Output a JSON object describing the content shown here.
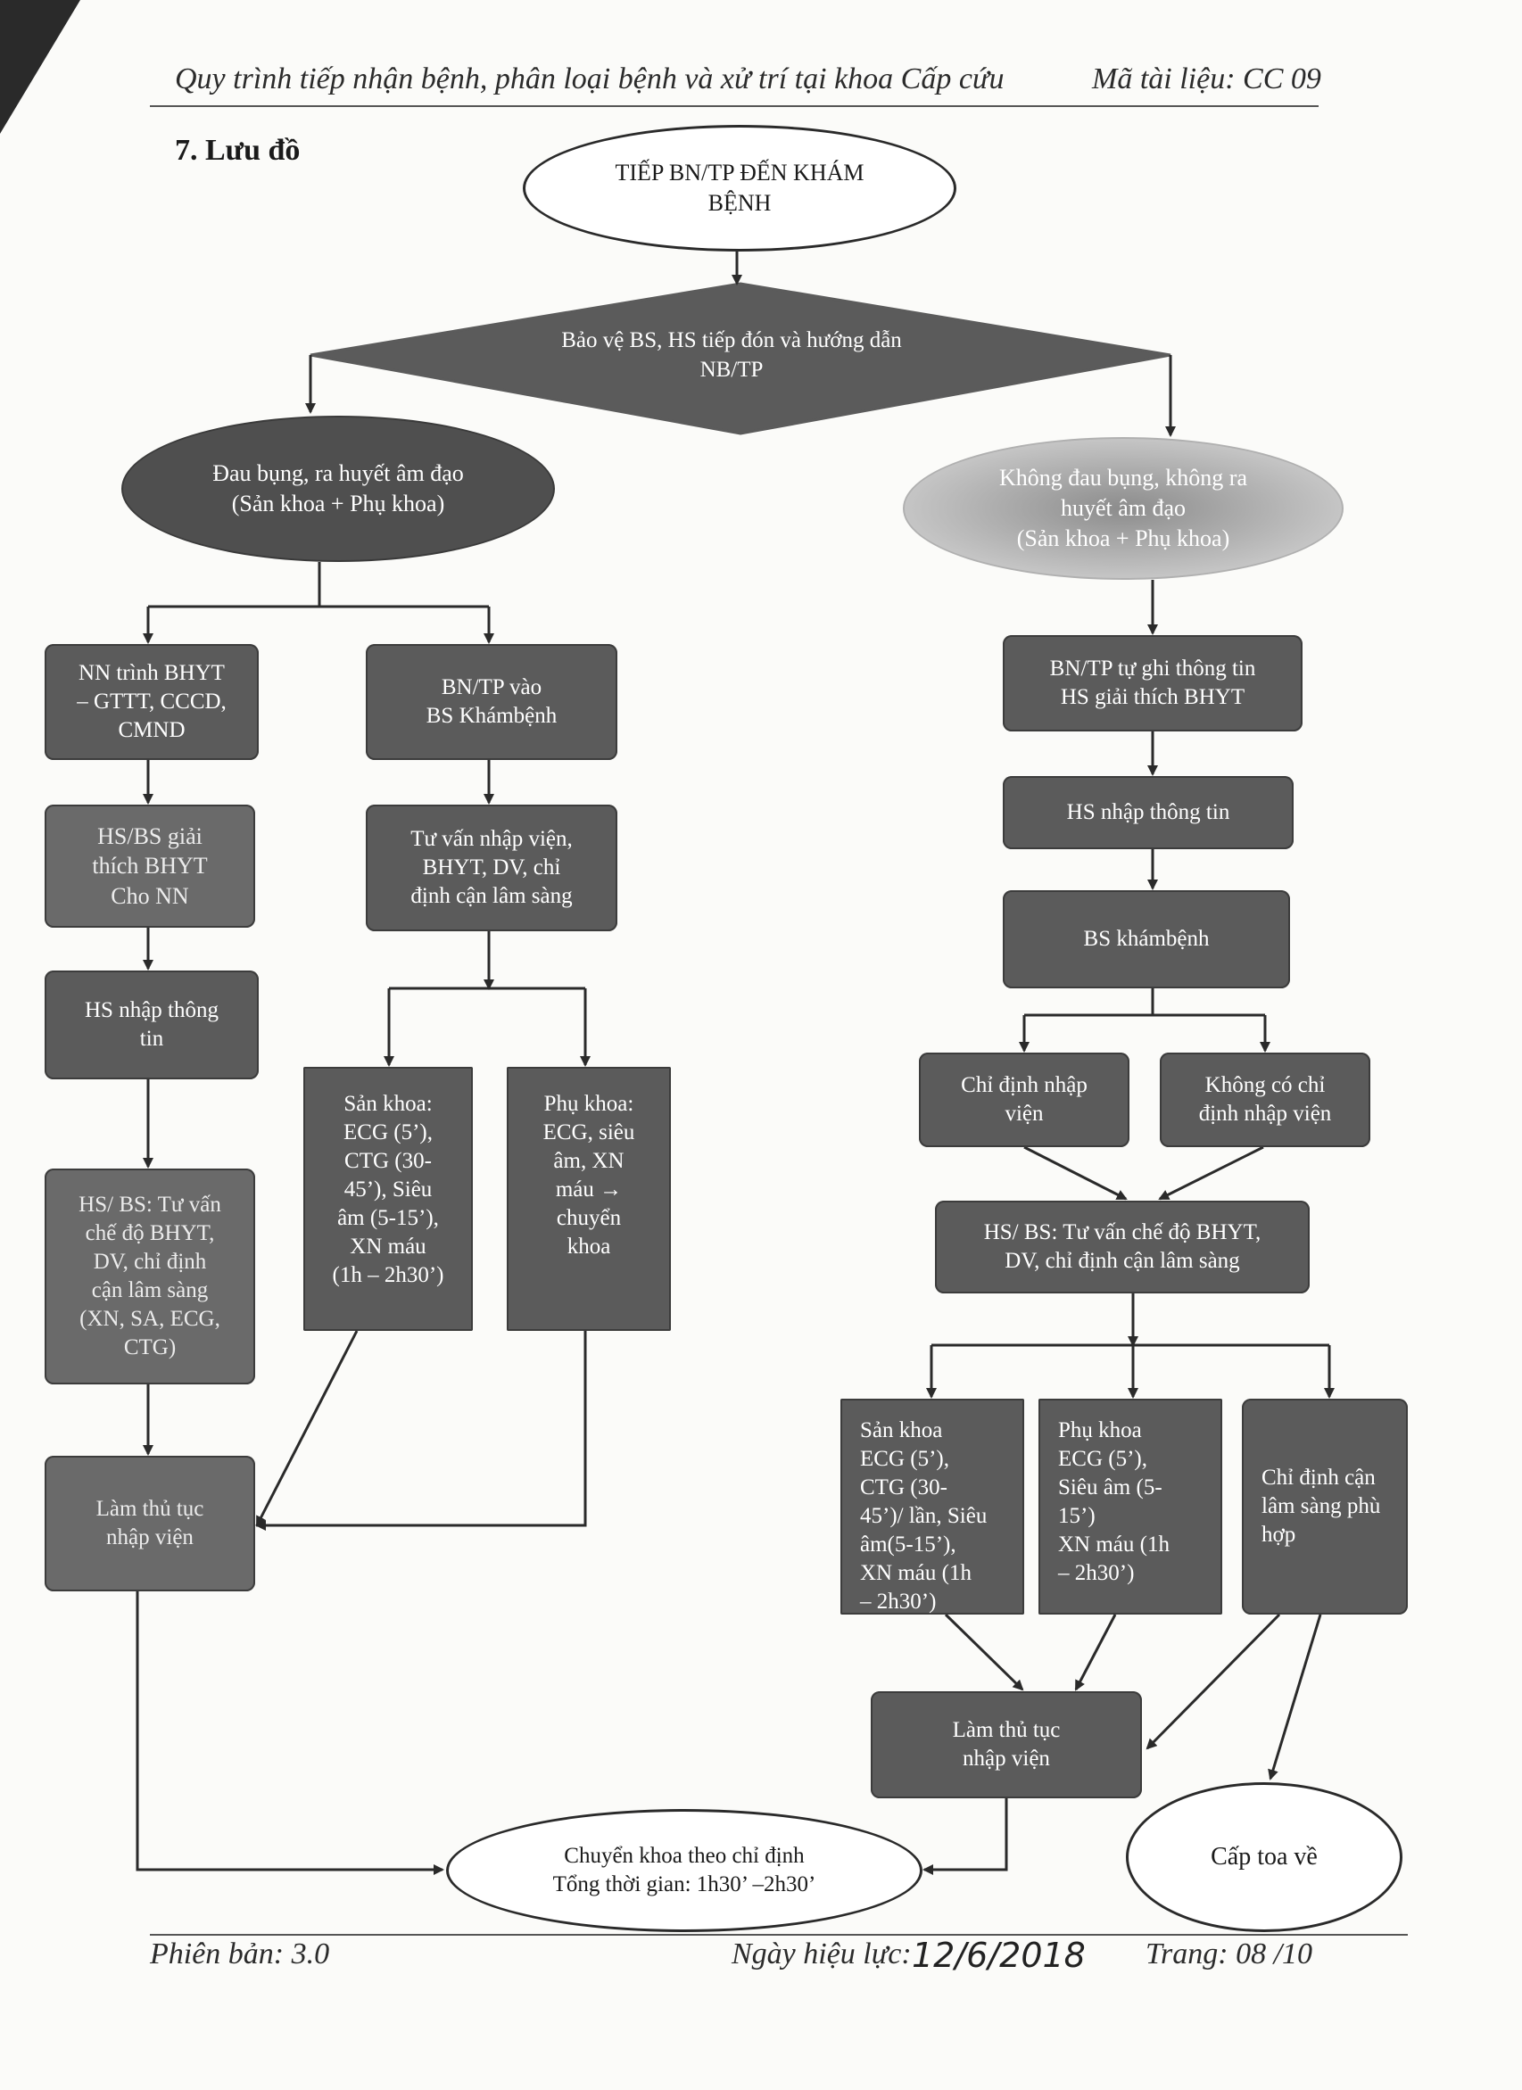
{
  "header": {
    "title": "Quy trình tiếp nhận bệnh, phân loại bệnh và xử trí tại khoa Cấp cứu",
    "doc_code": "Mã tài liệu: CC 09"
  },
  "section_title": "7. Lưu đồ",
  "flow": {
    "start": "TIẾP BN/TP ĐẾN KHÁM\nBỆNH",
    "decision": "Bảo vệ BS, HS tiếp đón và hướng dẫn\nNB/TP",
    "left_branch": "Đau bụng, ra huyết âm đạo\n(Sản khoa + Phụ khoa)",
    "right_branch": "Không đau bụng, không ra\nhuyết âm đạo\n(Sản khoa + Phụ khoa)",
    "l_col1_1": "NN trình BHYT\n– GTTT, CCCD,\nCMND",
    "l_col1_2": "HS/BS giải\nthích BHYT\nCho NN",
    "l_col1_3": "HS nhập thông\ntin",
    "l_col1_4": "HS/ BS: Tư vấn\nchế độ BHYT,\nDV, chỉ định\ncận lâm sàng\n(XN, SA, ECG,\nCTG)",
    "l_col1_5": "Làm thủ tục\nnhập viện",
    "l_col2_1": "BN/TP vào\nBS Khámbệnh",
    "l_col2_2": "Tư vấn nhập viện,\nBHYT, DV, chỉ\nđịnh cận lâm sàng",
    "l_san_khoa": "Sản khoa:\nECG (5’),\nCTG (30-\n45’), Siêu\nâm (5-15’),\nXN máu\n(1h – 2h30’)",
    "l_phu_khoa": "Phụ khoa:\nECG, siêu\nâm, XN\nmáu →\nchuyển\nkhoa",
    "r_1": "BN/TP tự ghi thông tin\nHS giải thích BHYT",
    "r_2": "HS nhập thông tin",
    "r_3": "BS khámbệnh",
    "r_admit": "Chỉ định nhập\nviện",
    "r_no_admit": "Không có chỉ\nđịnh nhập viện",
    "r_consult": "HS/ BS: Tư vấn chế độ BHYT,\nDV, chỉ định cận lâm sàng",
    "r_san_khoa": "Sản khoa\nECG (5’),\nCTG (30-\n45’)/ lần, Siêu\nâm(5-15’),\nXN máu (1h\n– 2h30’)",
    "r_phu_khoa": "Phụ khoa\nECG (5’),\nSiêu âm (5-\n15’)\nXN máu (1h\n– 2h30’)",
    "r_other": "Chỉ định cận\nlâm sàng phù\nhợp",
    "r_admission": "Làm thủ tục\nnhập viện",
    "end_transfer": "Chuyển khoa theo chỉ định\nTổng thời gian: 1h30’ –2h30’",
    "end_prescription": "Cấp toa về"
  },
  "footer": {
    "version": "Phiên bản: 3.0",
    "effective_label": "Ngày hiệu lực:",
    "effective_date": "12/6/2018",
    "page": "Trang: 08 /10"
  },
  "colors": {
    "box_fill": "#5b5b5b",
    "box_text": "#ffffff",
    "line": "#2a2a2a",
    "paper": "#fbfbf9"
  }
}
